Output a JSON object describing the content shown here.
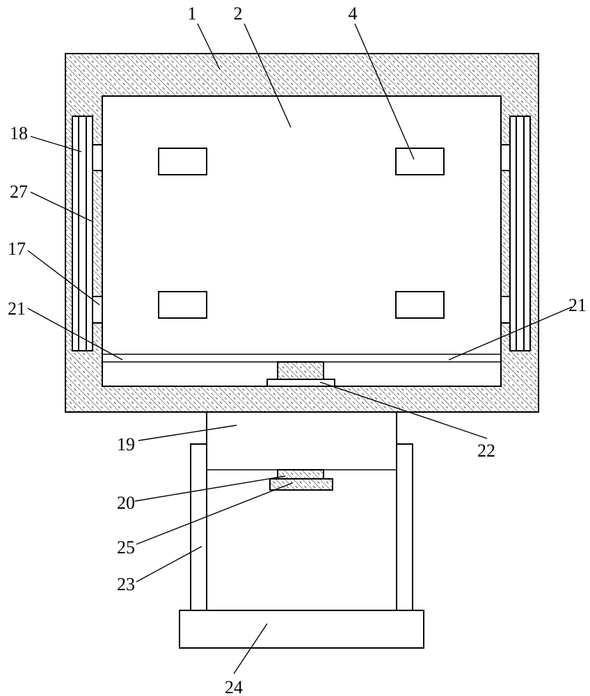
{
  "figure": {
    "callouts": [
      {
        "key": "p1",
        "label": "1"
      },
      {
        "key": "p2",
        "label": "2"
      },
      {
        "key": "p4",
        "label": "4"
      },
      {
        "key": "p18",
        "label": "18"
      },
      {
        "key": "p27",
        "label": "27"
      },
      {
        "key": "p17",
        "label": "17"
      },
      {
        "key": "p21l",
        "label": "21"
      },
      {
        "key": "p21r",
        "label": "21"
      },
      {
        "key": "p22",
        "label": "22"
      },
      {
        "key": "p19",
        "label": "19"
      },
      {
        "key": "p20",
        "label": "20"
      },
      {
        "key": "p25",
        "label": "25"
      },
      {
        "key": "p23",
        "label": "23"
      },
      {
        "key": "p24",
        "label": "24"
      }
    ]
  }
}
